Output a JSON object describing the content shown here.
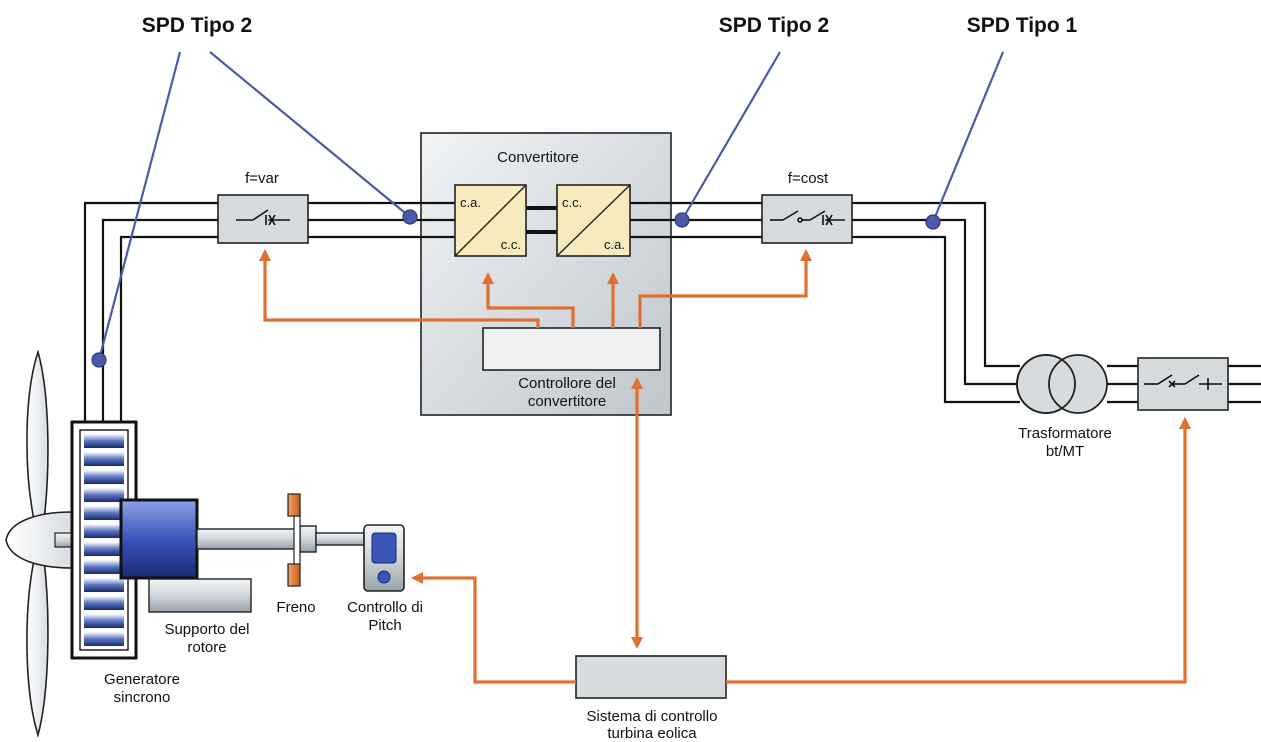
{
  "spd_labels": {
    "left_tipo2": "SPD Tipo 2",
    "mid_tipo2": "SPD Tipo 2",
    "right_tipo1": "SPD Tipo 1"
  },
  "converter": {
    "title": "Convertitore",
    "block1_top": "c.a.",
    "block1_bottom": "c.c.",
    "block2_top": "c.c.",
    "block2_bottom": "c.a.",
    "controller_line1": "Controllore del",
    "controller_line2": "convertitore"
  },
  "switches": {
    "variable_freq": "f=var",
    "constant_freq": "f=cost"
  },
  "transformer": {
    "line1": "Trasformatore",
    "line2": "bt/MT"
  },
  "mechanical": {
    "generator_line1": "Generatore",
    "generator_line2": "sincrono",
    "rotor_support_line1": "Supporto del",
    "rotor_support_line2": "rotore",
    "brake": "Freno",
    "pitch_line1": "Controllo di",
    "pitch_line2": "Pitch"
  },
  "turbine_control": {
    "line1": "Sistema di controllo",
    "line2": "turbina eolica"
  },
  "colors": {
    "control_arrow": "#e07030",
    "spd_marker": "#4a5aa8",
    "equipment_fill": "#d6dbde",
    "converter_block_fill": "#f7ebbd"
  }
}
